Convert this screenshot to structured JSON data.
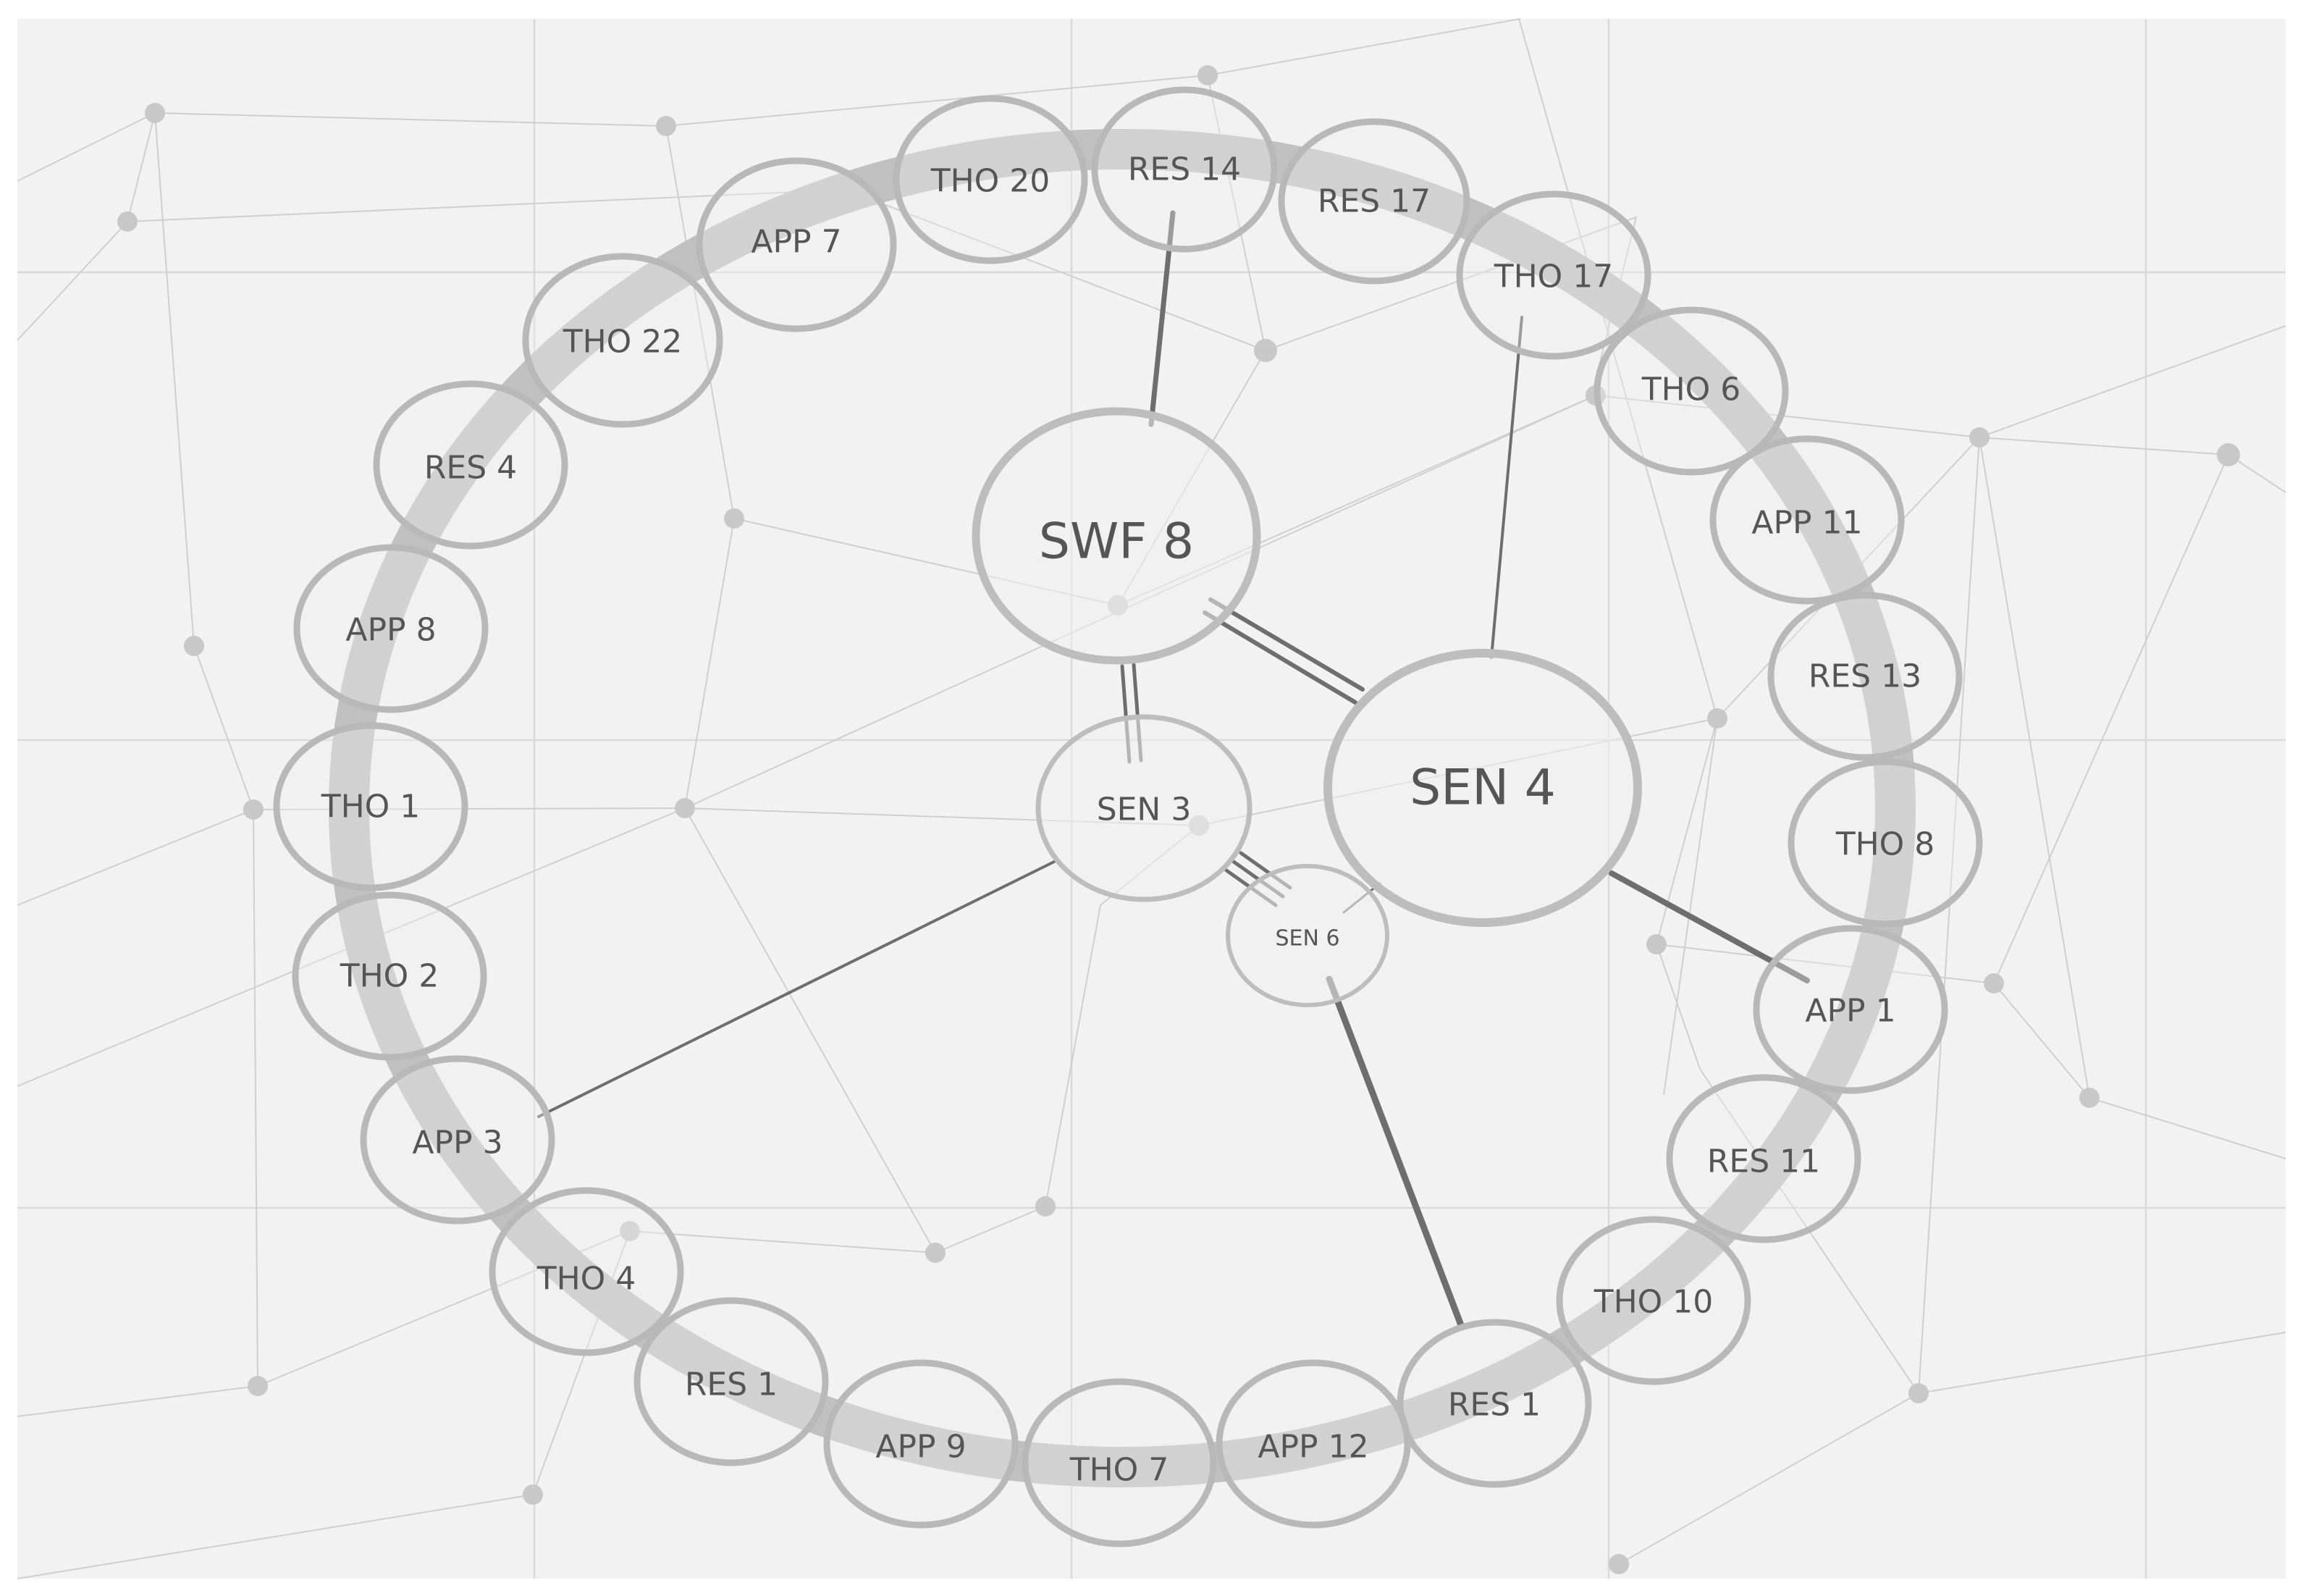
{
  "colors": {
    "background": "#f2f2f2",
    "ring": "#c0c0c0",
    "node_stroke": "#b8b8b8",
    "link": "#6e6e6e",
    "text": "#555555"
  },
  "center": {
    "swf8": "SWF 8",
    "sen4": "SEN 4",
    "sen3": "SEN 3",
    "sen6": "SEN 6"
  },
  "ring_nodes": {
    "tho20": "THO 20",
    "res14": "RES 14",
    "res17": "RES 17",
    "tho17": "THO 17",
    "tho6": "THO 6",
    "app11": "APP 11",
    "res13": "RES 13",
    "tho8": "THO 8",
    "app1": "APP 1",
    "res11": "RES 11",
    "tho10": "THO 10",
    "res1b": "RES 1",
    "app12": "APP 12",
    "tho7": "THO 7",
    "app9": "APP 9",
    "res1a": "RES 1",
    "tho4": "THO 4",
    "app3": "APP 3",
    "tho2": "THO 2",
    "tho1": "THO 1",
    "app8": "APP 8",
    "res4": "RES 4",
    "tho22": "THO 22",
    "app7": "APP 7"
  }
}
